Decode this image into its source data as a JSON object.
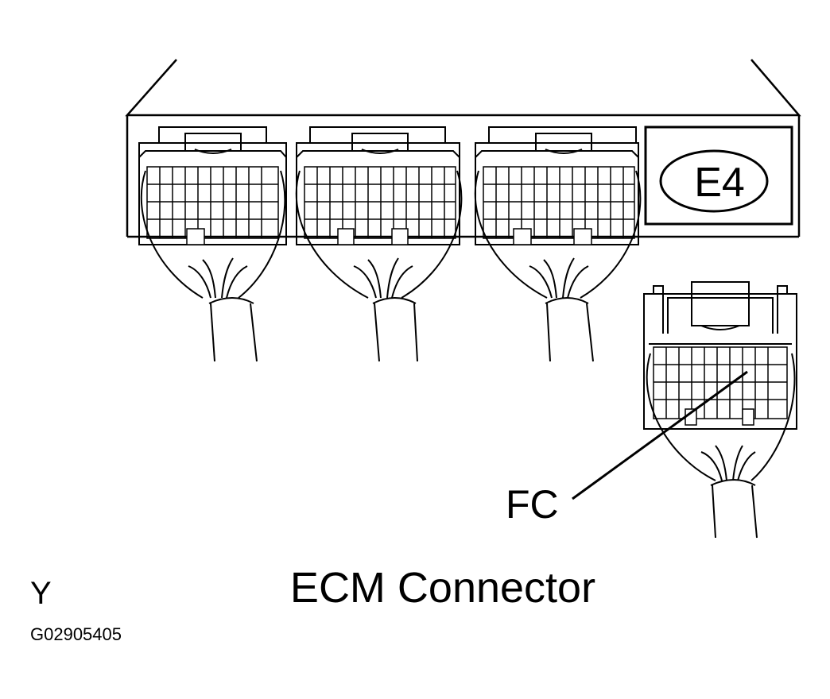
{
  "diagram": {
    "connector_label": "E4",
    "pointer_label": "FC",
    "caption": "ECM Connector",
    "corner_letter": "Y",
    "figure_code": "G02905405"
  },
  "colors": {
    "line": "#000000",
    "background": "#ffffff"
  }
}
